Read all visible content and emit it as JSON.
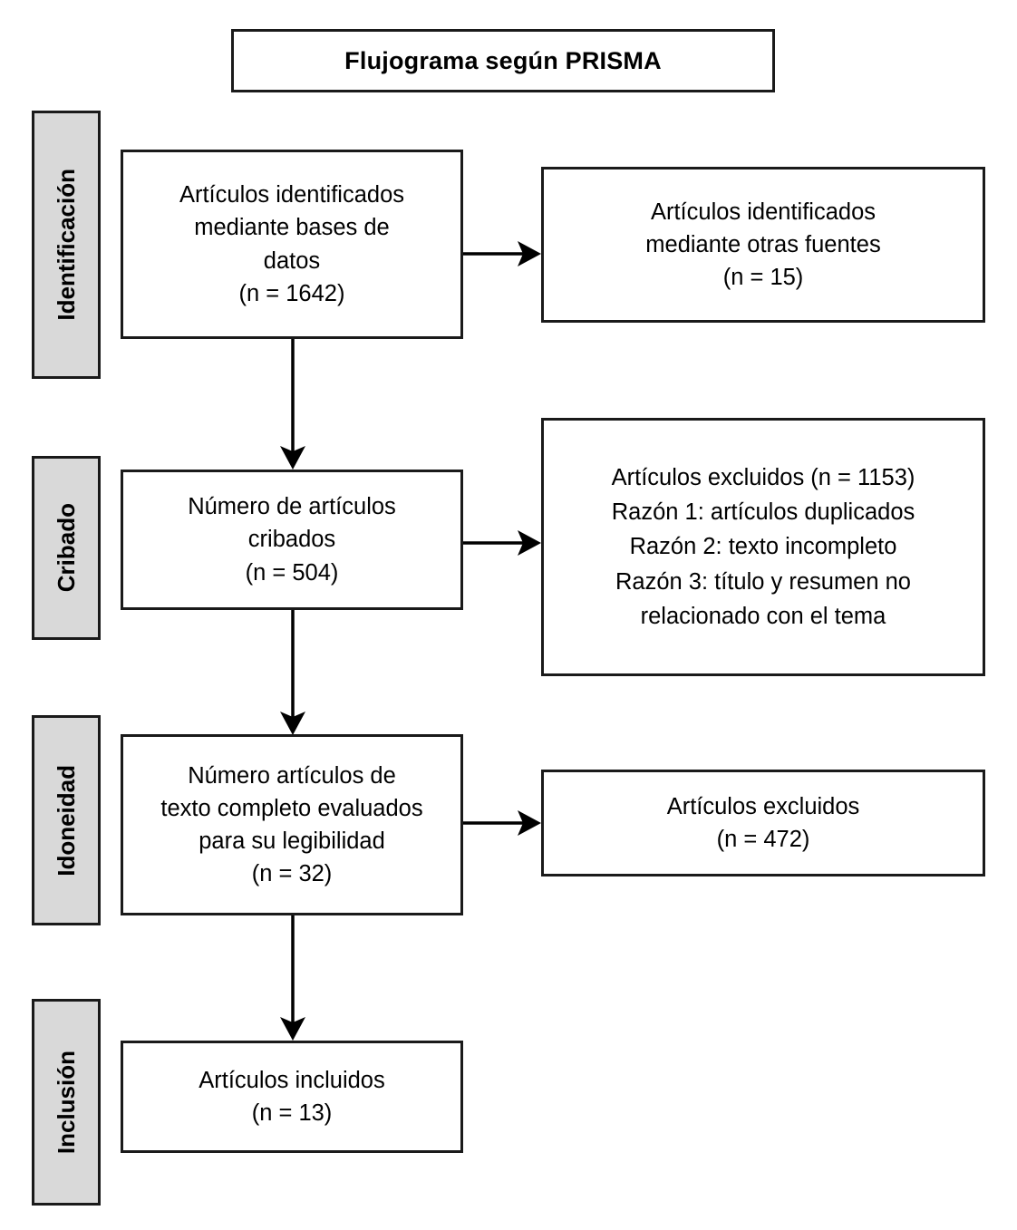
{
  "title": {
    "text": "Flujograma según PRISMA"
  },
  "stages": [
    {
      "id": "identificacion",
      "label": "Identificación"
    },
    {
      "id": "cribado",
      "label": "Cribado"
    },
    {
      "id": "idoneidad",
      "label": "Idoneidad"
    },
    {
      "id": "inclusion",
      "label": "Inclusión"
    }
  ],
  "boxes": {
    "identified_databases": {
      "lines": [
        "Artículos identificados",
        "mediante bases de",
        "datos",
        "(n = 1642)"
      ]
    },
    "identified_other_sources": {
      "lines": [
        "Artículos identificados",
        "mediante otras fuentes",
        "(n = 15)"
      ]
    },
    "screened": {
      "lines": [
        "Número de artículos",
        "cribados",
        "(n = 504)"
      ]
    },
    "excluded_screening": {
      "lines": [
        "Artículos excluidos (n = 1153)",
        "Razón 1: artículos duplicados",
        "Razón 2: texto incompleto",
        "Razón 3: título y resumen no",
        "relacionado con el tema"
      ]
    },
    "fulltext_assessed": {
      "lines": [
        "Número artículos de",
        "texto completo evaluados",
        "para su legibilidad",
        "(n = 32)"
      ]
    },
    "excluded_fulltext": {
      "lines": [
        "Artículos excluidos",
        "(n = 472)"
      ]
    },
    "included": {
      "lines": [
        "Artículos incluidos",
        "(n = 13)"
      ]
    }
  },
  "colors": {
    "stage_fill": "#d9d9d9",
    "stroke": "#1a1a1a",
    "box_fill": "#ffffff"
  },
  "chart_data": {
    "type": "table",
    "title": "Flujograma según PRISMA",
    "stages": [
      "Identificación",
      "Cribado",
      "Idoneidad",
      "Inclusión"
    ],
    "nodes": [
      {
        "stage": "Identificación",
        "label": "Artículos identificados mediante bases de datos",
        "n": 1642
      },
      {
        "stage": "Identificación",
        "label": "Artículos identificados mediante otras fuentes",
        "n": 15
      },
      {
        "stage": "Cribado",
        "label": "Número de artículos cribados",
        "n": 504
      },
      {
        "stage": "Cribado",
        "label": "Artículos excluidos",
        "n": 1153,
        "reasons": [
          "Razón 1: artículos duplicados",
          "Razón 2: texto incompleto",
          "Razón 3: título y resumen no relacionado con el tema"
        ]
      },
      {
        "stage": "Idoneidad",
        "label": "Número artículos de texto completo evaluados para su legibilidad",
        "n": 32
      },
      {
        "stage": "Idoneidad",
        "label": "Artículos excluidos",
        "n": 472
      },
      {
        "stage": "Inclusión",
        "label": "Artículos incluidos",
        "n": 13
      }
    ]
  }
}
